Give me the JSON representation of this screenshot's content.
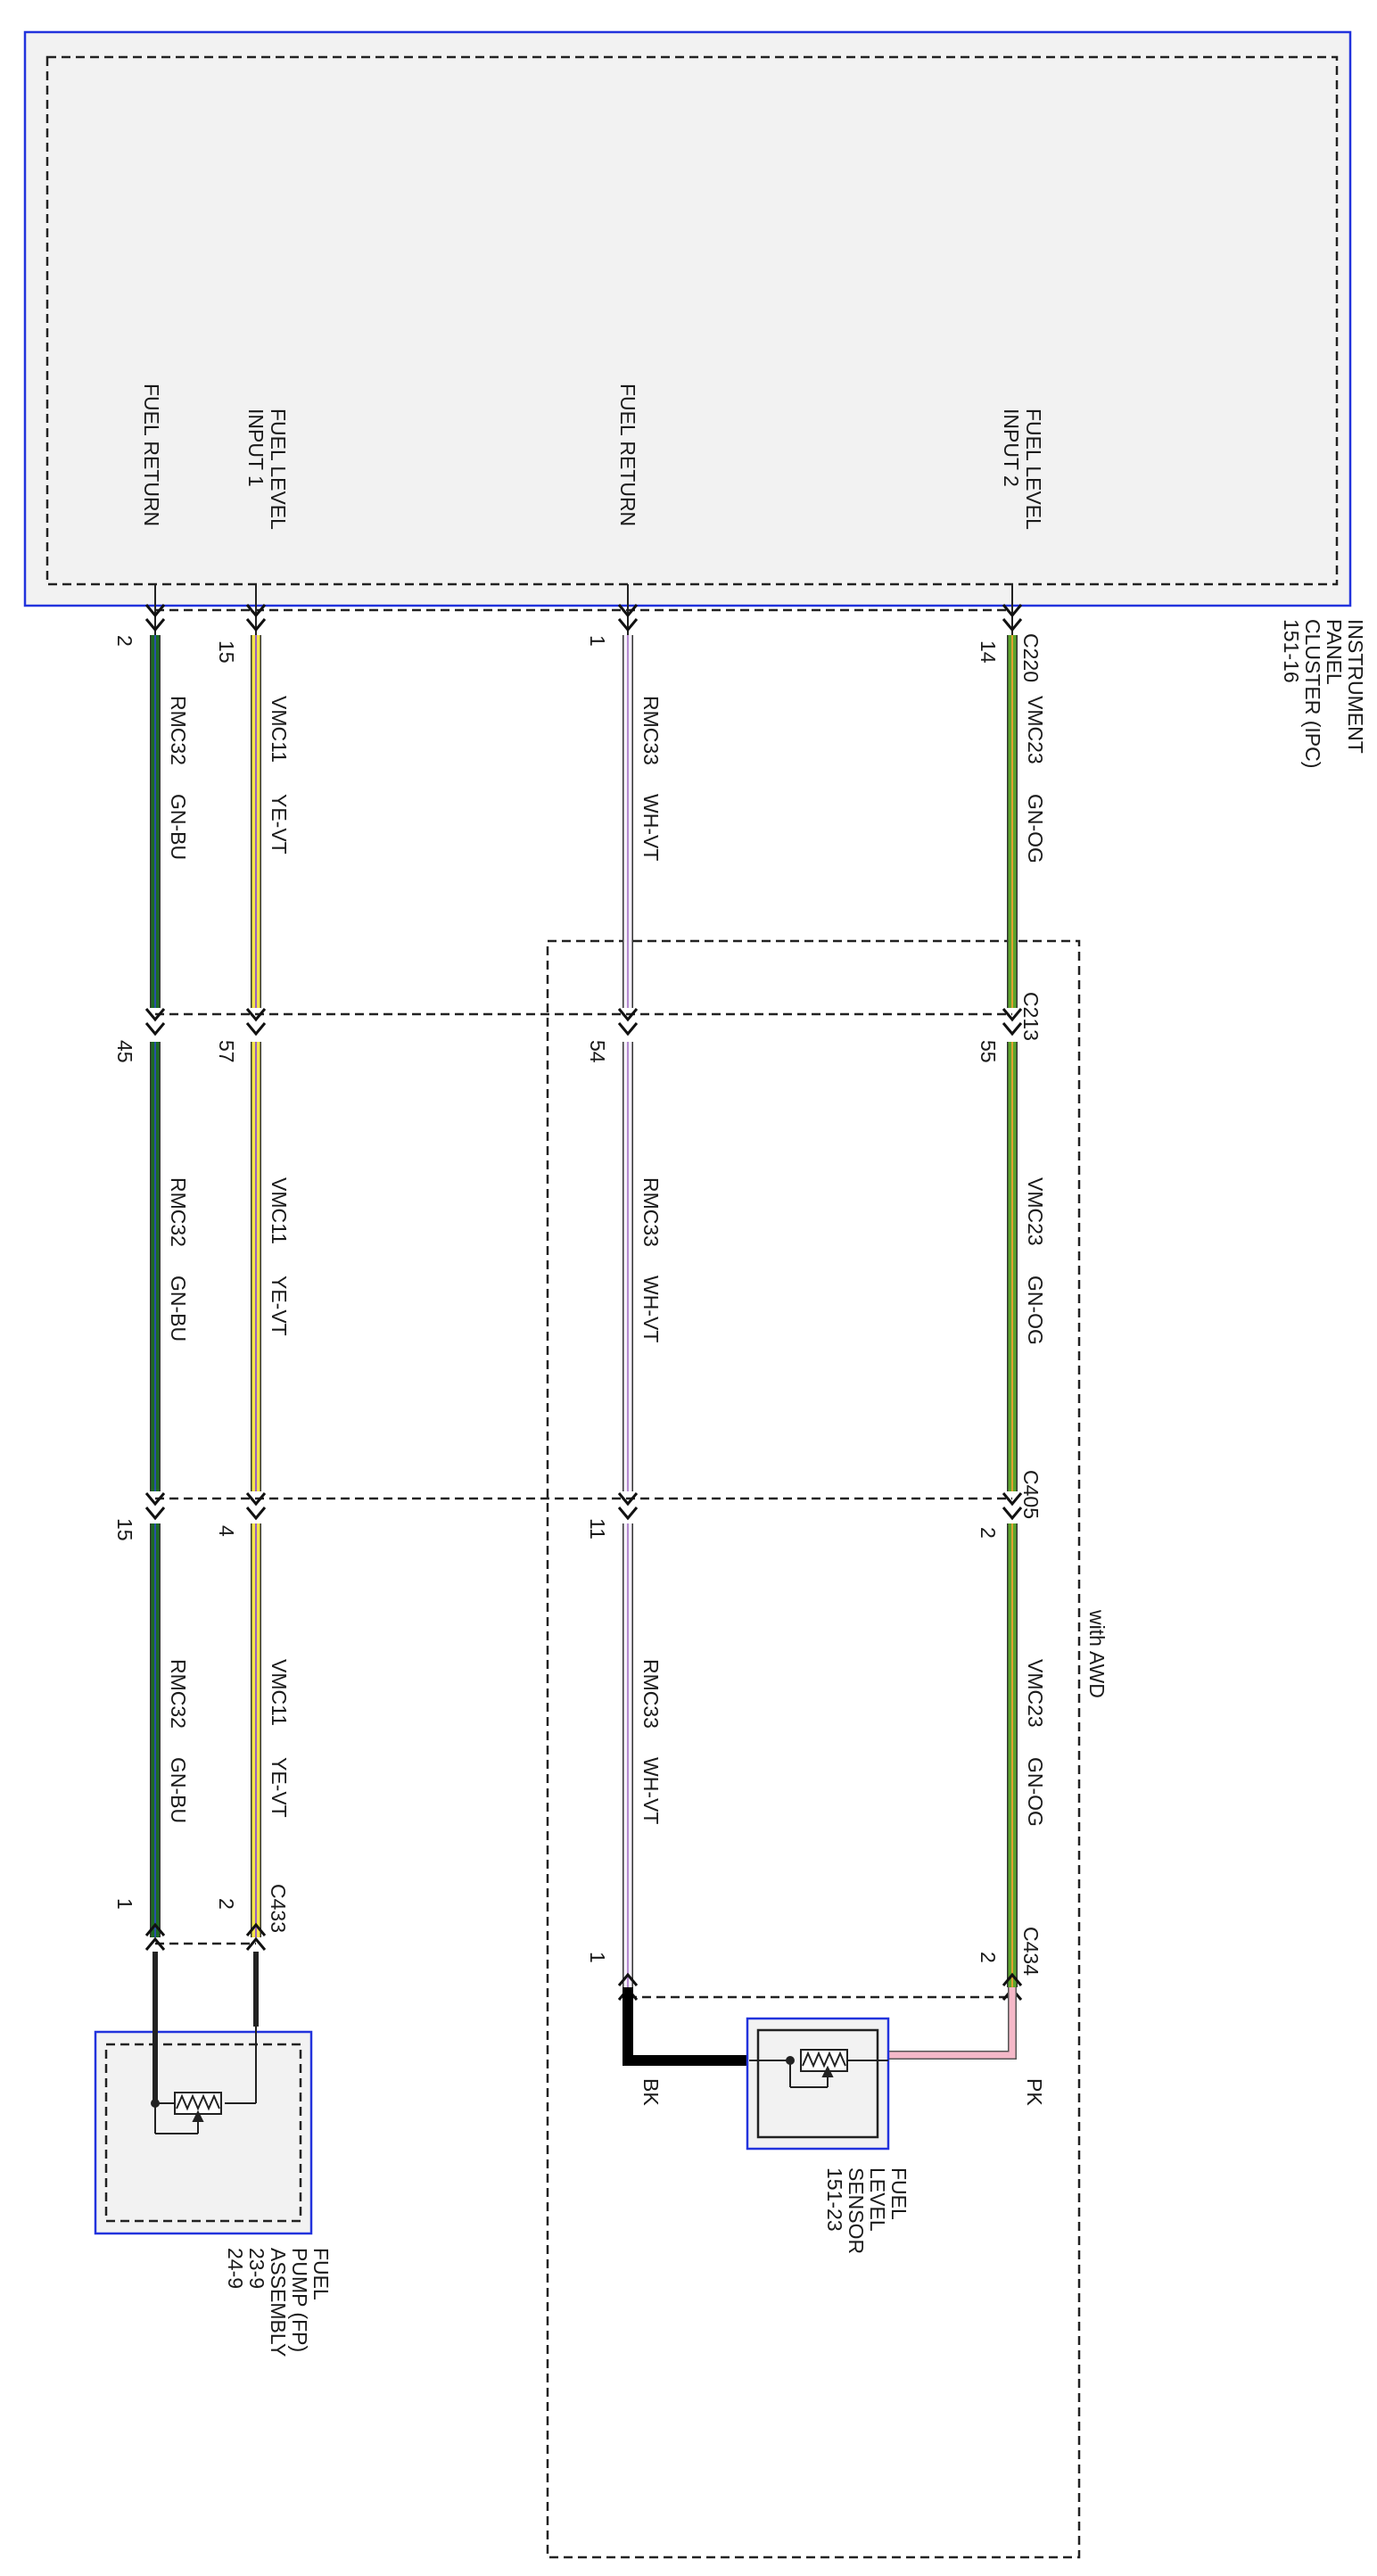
{
  "ipc": {
    "title_lines": [
      "INSTRUMENT",
      "PANEL",
      "CLUSTER (IPC)",
      "151-16"
    ],
    "pins": [
      {
        "label_lines": [
          "FUEL RETURN"
        ]
      },
      {
        "label_lines": [
          "FUEL LEVEL",
          "INPUT 1"
        ]
      },
      {
        "label_lines": [
          "FUEL RETURN"
        ]
      },
      {
        "label_lines": [
          "FUEL LEVEL",
          "INPUT 2"
        ]
      }
    ]
  },
  "connectors": {
    "c220": "C220",
    "c213": "C213",
    "c405": "C405",
    "c433": "C433",
    "c434": "C434"
  },
  "pin_numbers": {
    "c220": [
      "2",
      "15",
      "1",
      "14"
    ],
    "c213": [
      "45",
      "57",
      "54",
      "55"
    ],
    "c405": [
      "15",
      "4",
      "11",
      "2"
    ],
    "c433": [
      "1",
      "2"
    ],
    "c434": [
      "1",
      "2"
    ]
  },
  "wires": [
    {
      "circuit": "RMC32",
      "color_code": "GN-BU",
      "base_color": "#1d6b24",
      "stripe_color": "#2a4fa8"
    },
    {
      "circuit": "VMC11",
      "color_code": "YE-VT",
      "base_color": "#f2e64a",
      "stripe_color": "#9b5fc0"
    },
    {
      "circuit": "RMC33",
      "color_code": "WH-VT",
      "base_color": "#f4f0f8",
      "stripe_color": "#b58ad0"
    },
    {
      "circuit": "VMC23",
      "color_code": "GN-OG",
      "base_color": "#5aa52c",
      "stripe_color": "#e0a030"
    }
  ],
  "awd_label": "with AWD",
  "sensor_wires": {
    "left": "BK",
    "right": "PK",
    "left_color": "#000000",
    "right_color": "#f5b8c8"
  },
  "fuel_level_sensor": {
    "title_lines": [
      "FUEL",
      "LEVEL",
      "SENSOR",
      "151-23"
    ]
  },
  "fuel_pump": {
    "title_lines": [
      "FUEL",
      "PUMP (FP)",
      "ASSEMBLY",
      "23-9",
      "24-9"
    ]
  }
}
